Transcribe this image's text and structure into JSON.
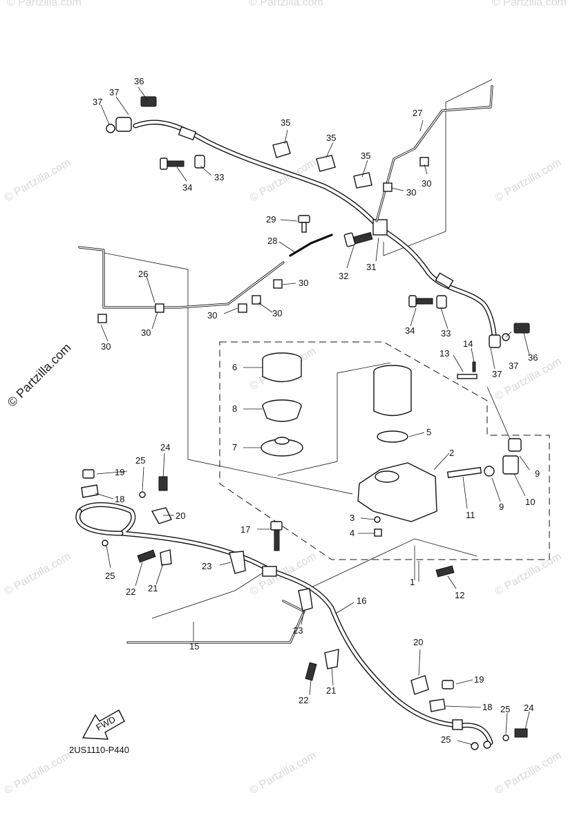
{
  "diagram": {
    "code": "2US1110-P440",
    "fwd_label": "FWD",
    "watermark_main": "© Partzilla.com",
    "watermark_tile": "© Partzilla.com",
    "callouts": {
      "c1": "1",
      "c2": "2",
      "c3": "3",
      "c4": "4",
      "c5": "5",
      "c6": "6",
      "c7": "7",
      "c8": "8",
      "c9a": "9",
      "c9b": "9",
      "c10": "10",
      "c11": "11",
      "c12": "12",
      "c13": "13",
      "c14": "14",
      "c15": "15",
      "c16": "16",
      "c17": "17",
      "c18a": "18",
      "c18b": "18",
      "c19a": "19",
      "c19b": "19",
      "c20a": "20",
      "c20b": "20",
      "c21a": "21",
      "c21b": "21",
      "c22a": "22",
      "c22b": "22",
      "c23a": "23",
      "c23b": "23",
      "c24a": "24",
      "c24b": "24",
      "c25a": "25",
      "c25b": "25",
      "c25c": "25",
      "c25d": "25",
      "c26": "26",
      "c27": "27",
      "c28": "28",
      "c29": "29",
      "c30a": "30",
      "c30b": "30",
      "c30c": "30",
      "c30d": "30",
      "c30e": "30",
      "c30f": "30",
      "c30g": "30",
      "c31": "31",
      "c32": "32",
      "c33a": "33",
      "c33b": "33",
      "c34a": "34",
      "c34b": "34",
      "c35a": "35",
      "c35b": "35",
      "c35c": "35",
      "c36a": "36",
      "c36b": "36",
      "c37a": "37",
      "c37b": "37",
      "c37c": "37",
      "c37d": "37"
    }
  }
}
